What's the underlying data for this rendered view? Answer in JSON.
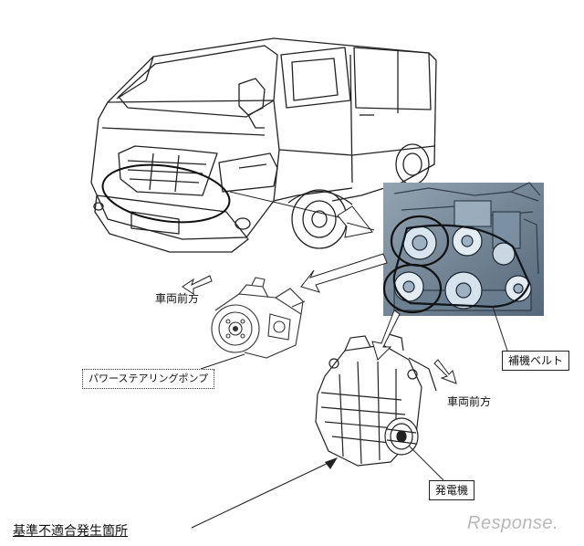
{
  "labels": {
    "vehicle_front_upper": "車両前方",
    "vehicle_front_lower": "車両前方",
    "power_steering_pump": "パワーステアリングポンプ",
    "accessory_belt": "補機ベルト",
    "alternator": "発電機",
    "defect_location": "基準不適合発生箇所",
    "watermark": "Response."
  },
  "icons": {
    "van": "van-line-drawing",
    "engine": "engine-bay-photo",
    "pump": "power-steering-pump-drawing",
    "alternator": "alternator-drawing",
    "direction": "direction-arrow-icon"
  },
  "colors": {
    "line": "#222222",
    "engine_tint": "#8fa6b8",
    "highlight_circle": "#111111",
    "watermark": "#b8b8b8"
  }
}
